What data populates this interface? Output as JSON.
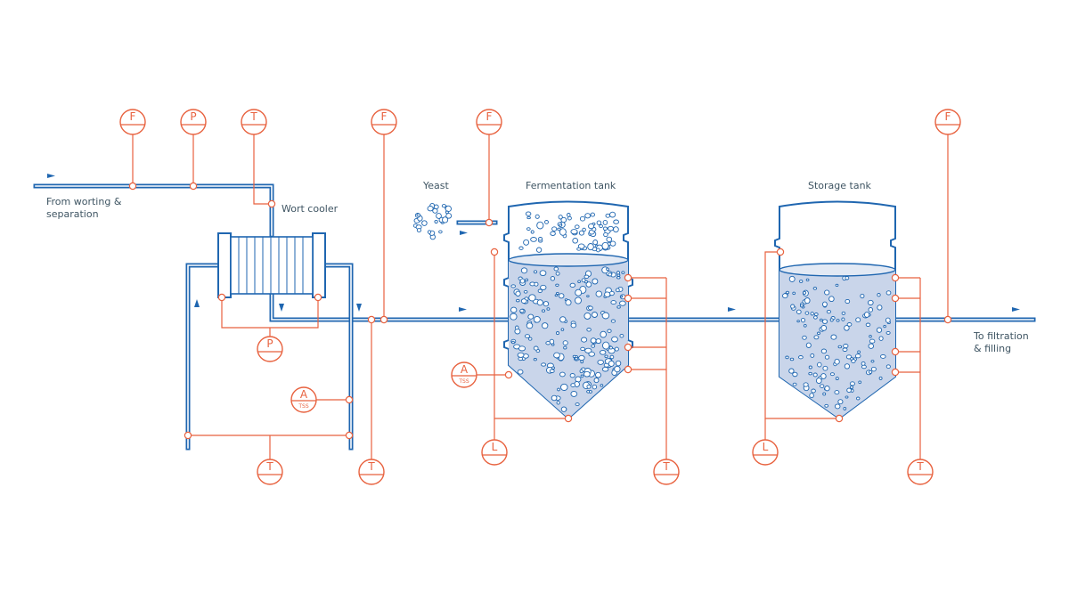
{
  "labels": {
    "inlet": [
      "From worting &",
      "separation"
    ],
    "wort_cooler": "Wort cooler",
    "yeast": "Yeast",
    "fermentation_tank": "Fermentation tank",
    "storage_tank": "Storage tank",
    "outlet": [
      "To filtration",
      "& filling"
    ]
  },
  "instruments": {
    "inlet_flow": "F",
    "inlet_pressure": "P",
    "inlet_temperature": "T",
    "cooler_diff_pressure": "P",
    "cooling_analyzer": "A",
    "cooling_analyzer_sub": "TSS",
    "cooling_return_temperature": "T",
    "cooled_wort_flow": "F",
    "cooled_wort_temperature": "T",
    "yeast_flow": "F",
    "fermentation_level": "L",
    "fermentation_analyzer": "A",
    "fermentation_analyzer_sub": "TSS",
    "fermentation_temperature": "T",
    "storage_level": "L",
    "storage_temperature": "T",
    "outlet_flow": "F"
  },
  "colors": {
    "pipe": "#1f66b0",
    "instrument": "#e8623f",
    "liquid": "#c9d5ea",
    "text": "#3f5563"
  },
  "icons": {
    "instrument_bubble": "circle-with-line",
    "flow_arrow": "right-arrow"
  }
}
